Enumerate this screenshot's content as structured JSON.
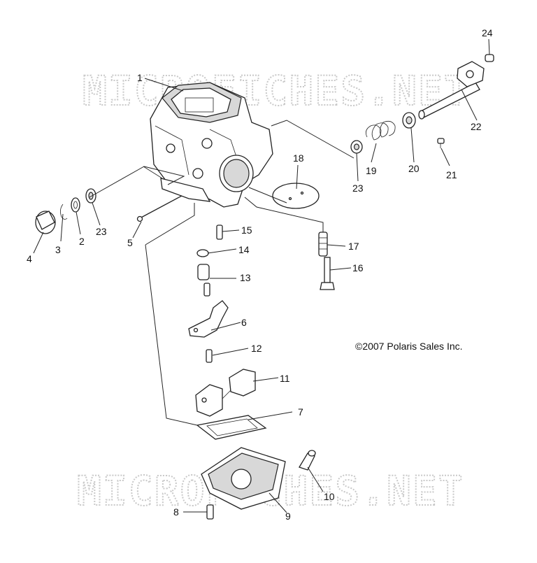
{
  "watermark": {
    "text": "MICROFICHES.NET"
  },
  "copyright": "©2007 Polaris Sales Inc.",
  "callouts": [
    {
      "id": "c1",
      "label": "1"
    },
    {
      "id": "c2",
      "label": "2"
    },
    {
      "id": "c3",
      "label": "3"
    },
    {
      "id": "c4",
      "label": "4"
    },
    {
      "id": "c5",
      "label": "5"
    },
    {
      "id": "c6",
      "label": "6"
    },
    {
      "id": "c7",
      "label": "7"
    },
    {
      "id": "c8",
      "label": "8"
    },
    {
      "id": "c9",
      "label": "9"
    },
    {
      "id": "c10",
      "label": "10"
    },
    {
      "id": "c11",
      "label": "11"
    },
    {
      "id": "c12",
      "label": "12"
    },
    {
      "id": "c13",
      "label": "13"
    },
    {
      "id": "c14",
      "label": "14"
    },
    {
      "id": "c15",
      "label": "15"
    },
    {
      "id": "c16",
      "label": "16"
    },
    {
      "id": "c17",
      "label": "17"
    },
    {
      "id": "c18",
      "label": "18"
    },
    {
      "id": "c19",
      "label": "19"
    },
    {
      "id": "c20",
      "label": "20"
    },
    {
      "id": "c21",
      "label": "21"
    },
    {
      "id": "c22",
      "label": "22"
    },
    {
      "id": "c23a",
      "label": "23"
    },
    {
      "id": "c23b",
      "label": "23"
    },
    {
      "id": "c24",
      "label": "24"
    }
  ]
}
